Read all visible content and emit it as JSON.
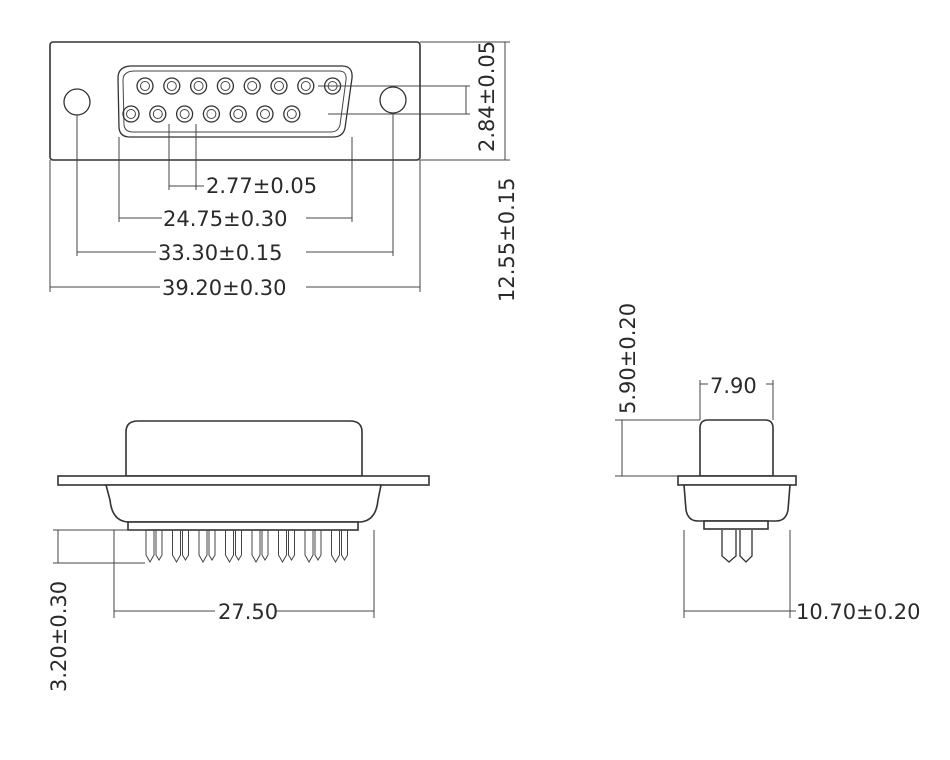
{
  "drawing": {
    "top_view": {
      "pin_pitch": "2.77±0.05",
      "shell_width": "24.75±0.30",
      "hole_spacing": "33.30±0.15",
      "flange_width": "39.20±0.30",
      "row_spacing": "2.84±0.05",
      "flange_height": "12.55±0.15",
      "rows": [
        8,
        7
      ]
    },
    "front_view": {
      "pin_length": "3.20±0.30",
      "pin_span": "27.50"
    },
    "side_view": {
      "shell_depth": "7.90",
      "shell_height": "5.90±0.20",
      "overall_depth": "10.70±0.20"
    }
  }
}
